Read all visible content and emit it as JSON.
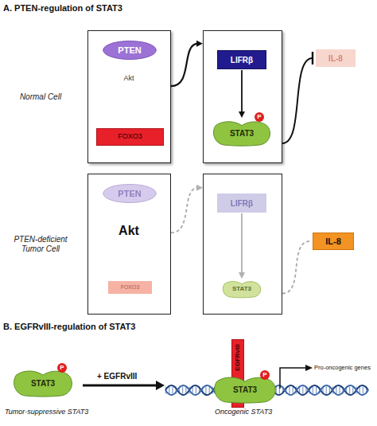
{
  "diagram": {
    "nodes": [
      {
        "text": [
          "Normal Cell"
        ]
      },
      {
        "text": [
          "PTEN"
        ],
        "in": 0
      },
      {
        "text": [
          "FOXO3"
        ],
        "in": 0
      },
      {
        "text": []
      },
      {
        "text": [
          "LIFRβ"
        ],
        "in": 3
      },
      {
        "text": [
          "STAT3"
        ],
        "in": 3
      },
      {
        "text": [
          "IL-8"
        ]
      },
      {
        "text": [
          "PTEN-deficient Tumor Cell"
        ]
      },
      {
        "text": [
          "PTEN"
        ],
        "in": 7
      },
      {
        "text": [
          "FOXO3"
        ],
        "in": 7
      },
      {
        "text": []
      },
      {
        "text": [
          "LIFRβ"
        ],
        "in": 10
      },
      {
        "text": [
          "STAT3"
        ],
        "in": 10
      },
      {
        "text": [
          "IL-8"
        ]
      },
      {
        "text": [
          "STAT3"
        ]
      },
      {
        "text": [
          "EGFRvIII"
        ]
      },
      {
        "text": [
          "STAT3"
        ]
      }
    ],
    "edges": [
      {
        "from": 0,
        "to": 3,
        "arrow": "to"
      },
      {
        "from": 3,
        "to": 6,
        "arrow": "none"
      },
      {
        "from": 4,
        "to": 5,
        "arrow": "to"
      },
      {
        "from": 7,
        "to": 10,
        "arrow": "to"
      },
      {
        "from": 10,
        "to": 13,
        "arrow": "none"
      },
      {
        "from": 11,
        "to": 12,
        "arrow": "to"
      }
    ],
    "labels": [
      "A. PTEN-regulation of STAT3",
      "Akt",
      "P",
      "Akt",
      "B. EGFRvIII-regulation of STAT3",
      "P",
      "+ EGFRvIII",
      "P",
      "Pro-oncogenic genes",
      "Tumor-suppressive STAT3",
      "Oncogenic STAT3"
    ]
  }
}
